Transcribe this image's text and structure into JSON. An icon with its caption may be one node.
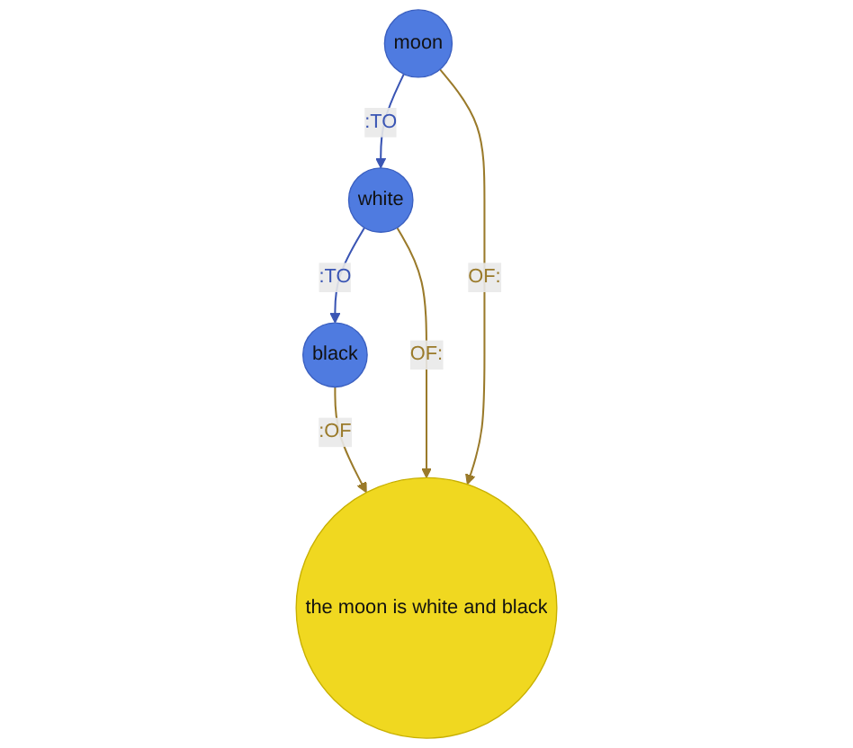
{
  "diagram": {
    "nodes": [
      {
        "text": [
          "black"
        ]
      },
      {
        "text": [
          "moon"
        ]
      },
      {
        "text": [
          "white"
        ]
      },
      {
        "text": [
          "the moon is white and black"
        ]
      }
    ],
    "edges": [
      {
        "from": 1,
        "to": 2,
        "arrow": "to",
        "label": ":TO",
        "color": "#3a55b4"
      },
      {
        "from": 2,
        "to": 0,
        "arrow": "to",
        "label": ":TO",
        "color": "#3a55b4"
      },
      {
        "from": 0,
        "to": 3,
        "arrow": "to",
        "label": ":OF"
      },
      {
        "from": 1,
        "to": 3,
        "arrow": "to",
        "label": "OF:"
      },
      {
        "from": 2,
        "to": 3,
        "arrow": "to",
        "label": "OF:"
      }
    ]
  }
}
